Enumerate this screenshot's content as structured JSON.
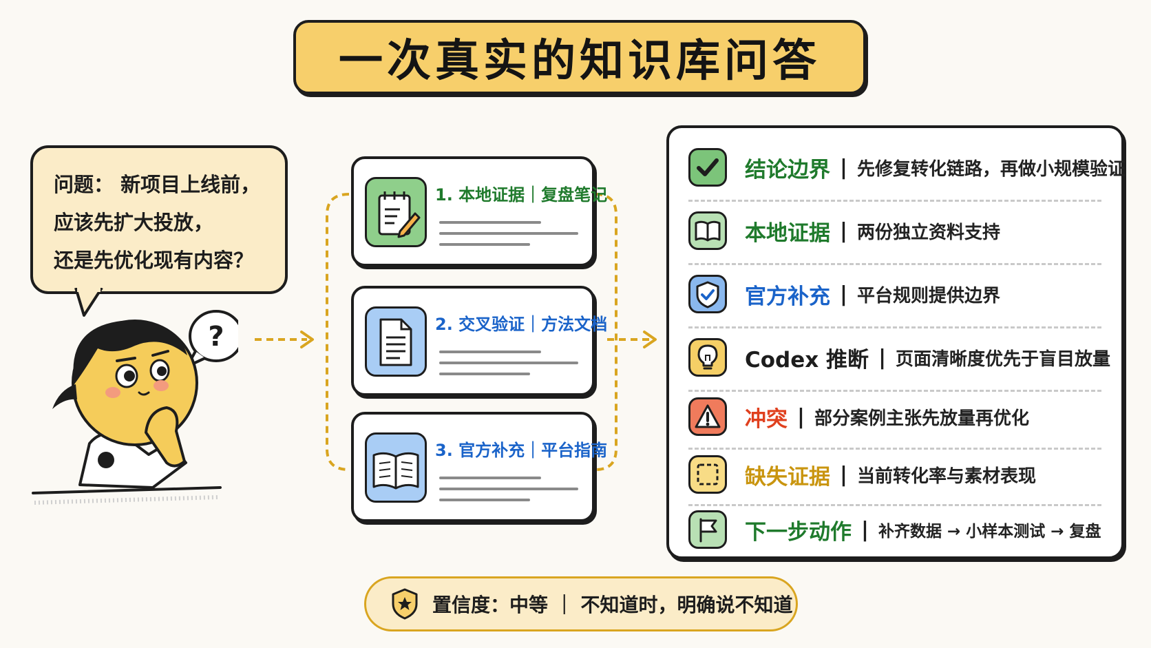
{
  "title": "一次真实的知识库问答",
  "question": {
    "lines": [
      "问题： 新项目上线前，",
      "应该先扩大投放，",
      "还是先优化现有内容？"
    ]
  },
  "sources": [
    {
      "label": "1. 本地证据｜复盘笔记",
      "color": "#1f7a2c",
      "icon": "notepad-pencil-icon",
      "bg": "#8fcf8b"
    },
    {
      "label": "2. 交叉验证｜方法文档",
      "color": "#1a63c9",
      "icon": "document-icon",
      "bg": "#a9cdf5"
    },
    {
      "label": "3. 官方补充｜平台指南",
      "color": "#1a63c9",
      "icon": "open-book-icon",
      "bg": "#a9cdf5"
    }
  ],
  "answer_rows": [
    {
      "label": "结论边界",
      "desc": "先修复转化链路，再做小规模验证",
      "label_color": "#1f7a2c",
      "icon": "checkmark-icon",
      "icon_bg": "#7cc47a"
    },
    {
      "label": "本地证据",
      "desc": "两份独立资料支持",
      "label_color": "#1f7a2c",
      "icon": "book-icon",
      "icon_bg": "#b8e0b4"
    },
    {
      "label": "官方补充",
      "desc": "平台规则提供边界",
      "label_color": "#1a63c9",
      "icon": "shield-check-icon",
      "icon_bg": "#8ab8ee"
    },
    {
      "label": "Codex 推断",
      "desc": "页面清晰度优先于盲目放量",
      "label_color": "#1d1d1d",
      "icon": "lightbulb-icon",
      "icon_bg": "#f5cf66"
    },
    {
      "label": "冲突",
      "desc": "部分案例主张先放量再优化",
      "label_color": "#e0401e",
      "icon": "warning-icon",
      "icon_bg": "#f07b5c"
    },
    {
      "label": "缺失证据",
      "desc": "当前转化率与素材表现",
      "label_color": "#c9950f",
      "icon": "dashed-square-icon",
      "icon_bg": "#f8dc86"
    },
    {
      "label": "下一步动作",
      "desc": "补齐数据 → 小样本测试 → 复盘",
      "label_color": "#1f7a2c",
      "icon": "flag-icon",
      "icon_bg": "#b8e0b4"
    }
  ],
  "confidence": {
    "text": "置信度：中等 ｜ 不知道时，明确说不知道",
    "icon": "shield-star-icon"
  },
  "colors": {
    "accent_yellow": "#f7cf6b",
    "dashed_connector": "#d9a520"
  }
}
